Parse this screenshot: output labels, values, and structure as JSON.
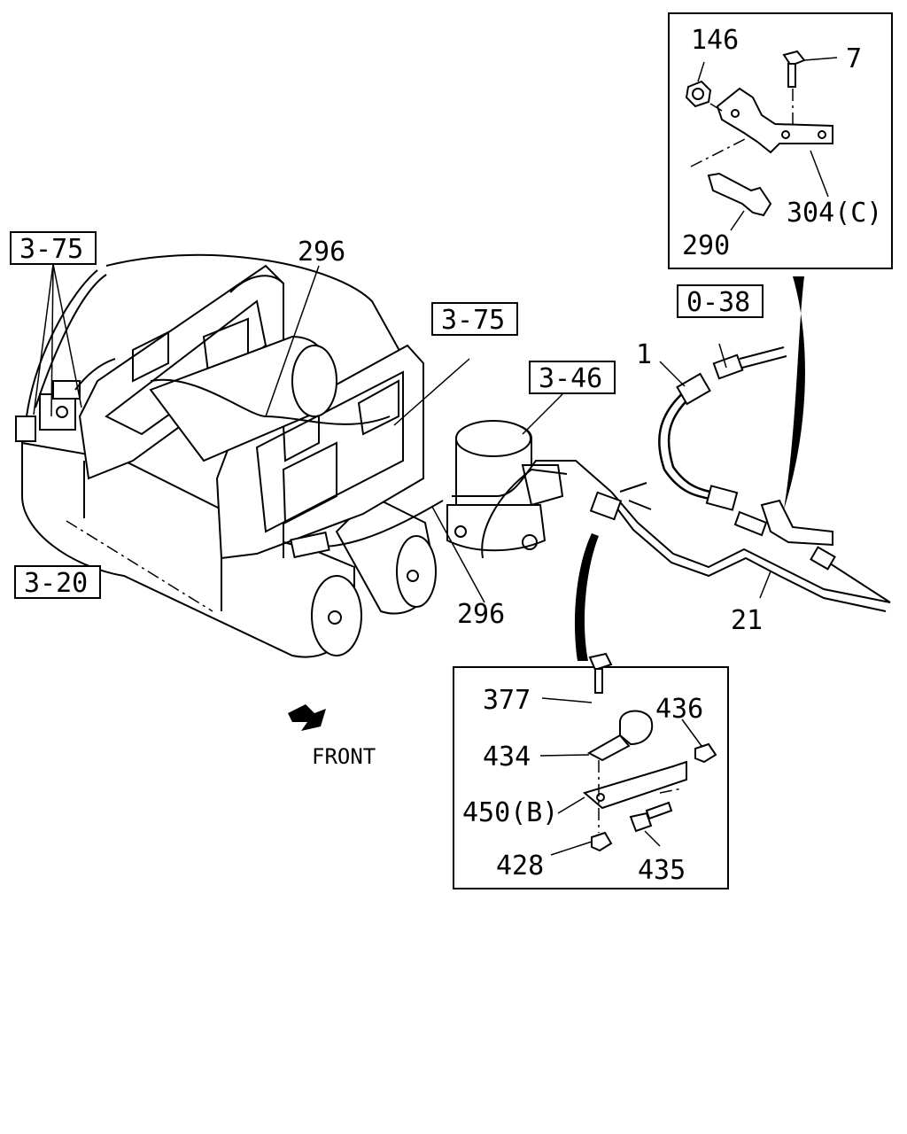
{
  "references": {
    "ref_3_75_left": "3-75",
    "ref_3_75_center": "3-75",
    "ref_3_46": "3-46",
    "ref_3_20": "3-20",
    "ref_0_38": "0-38"
  },
  "parts": {
    "p296_top": "296",
    "p296_bottom": "296",
    "p1": "1",
    "p21": "21"
  },
  "detail_top": {
    "p146": "146",
    "p7": "7",
    "p304c": "304(C)",
    "p290": "290"
  },
  "detail_bottom": {
    "p377": "377",
    "p436": "436",
    "p434": "434",
    "p450b": "450(B)",
    "p428": "428",
    "p435": "435"
  },
  "orientation": {
    "front_label": "FRONT"
  }
}
